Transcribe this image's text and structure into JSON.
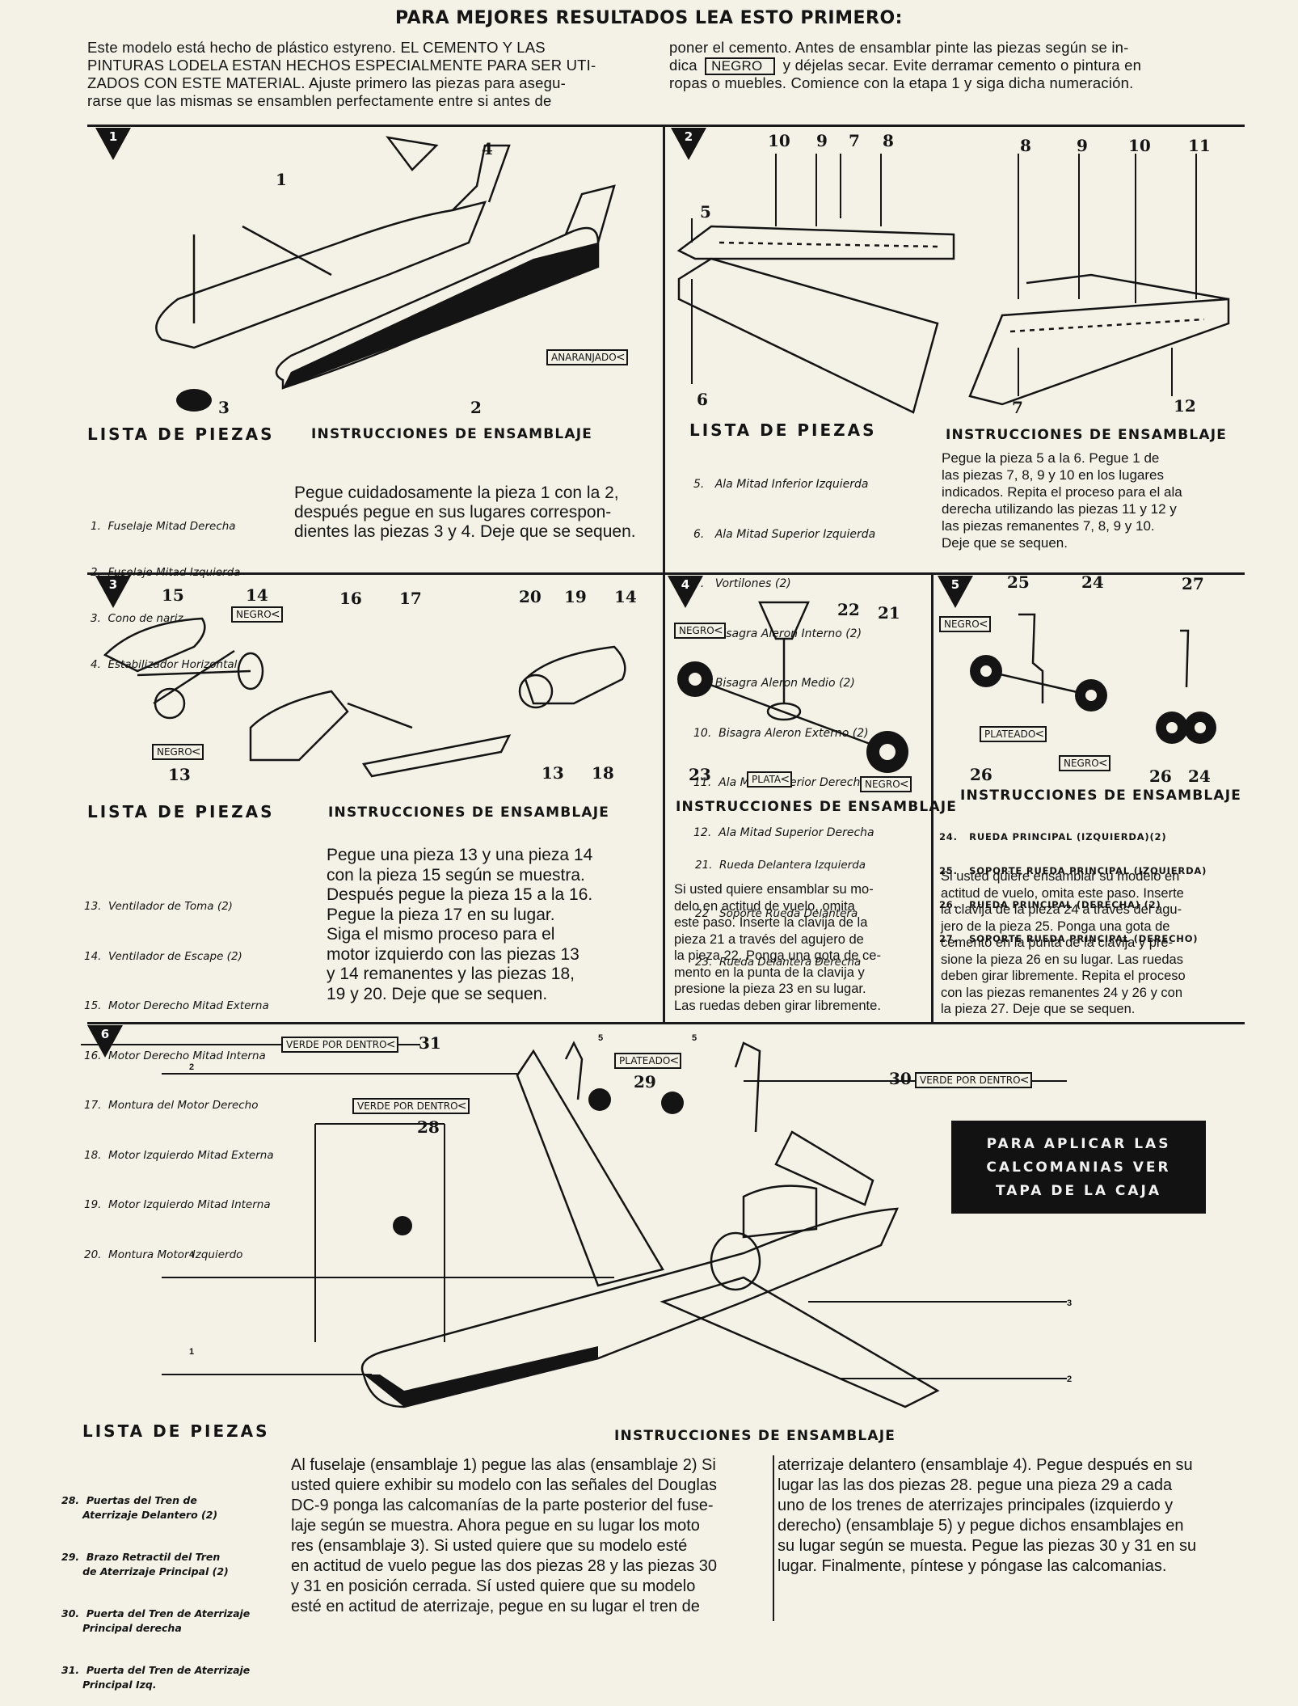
{
  "header": {
    "title": "PARA MEJORES RESULTADOS LEA ESTO PRIMERO:",
    "intro_left": "Este modelo está hecho de plástico estyreno. EL CEMENTO Y LAS\nPINTURAS LODELA ESTAN HECHOS ESPECIALMENTE PARA SER UTI-\nZADOS CON ESTE MATERIAL. Ajuste primero las piezas para asegu-\nrarse que las mismas se ensamblen perfectamente entre si antes de",
    "intro_right_1": "poner el cemento. Antes de ensamblar pinte las piezas según se in-",
    "intro_right_2a": "dica",
    "intro_right_2_box": "NEGRO",
    "intro_right_2b": "y déjelas secar. Evite derramar cemento o pintura en",
    "intro_right_3": "ropas o muebles. Comience con la etapa 1 y siga dicha numeración."
  },
  "common": {
    "parts_heading": "LISTA DE PIEZAS",
    "instr_heading": "INSTRUCCIONES DE ENSAMBLAJE"
  },
  "step1": {
    "number": "1",
    "callouts": [
      "1",
      "2",
      "3",
      "4"
    ],
    "color_label": "ANARANJADO",
    "parts": [
      "1.  Fuselaje Mitad Derecha",
      "2.  Fuselaje Mitad Izquierda",
      "3.  Cono de nariz",
      "4.  Estabilizador Horizontal"
    ],
    "instructions": "Pegue cuidadosamente la pieza 1 con la 2,\ndespués pegue en sus lugares correspon-\ndientes las piezas 3 y 4. Deje que se sequen."
  },
  "step2": {
    "number": "2",
    "callouts_left": [
      "10",
      "9",
      "7",
      "8",
      "5",
      "6"
    ],
    "callouts_right": [
      "8",
      "9",
      "10",
      "11",
      "7",
      "12"
    ],
    "parts": [
      "5.   Ala Mitad Inferior Izquierda",
      "6.   Ala Mitad Superior Izquierda",
      "7.   Vortilones (2)",
      "8.   Bisagra Aleron Interno (2)",
      "9.   Bisagra Aleron Medio (2)",
      "10.  Bisagra Aleron Externo (2)",
      "11.  Ala Mitad Inferior Derecha",
      "12.  Ala Mitad Superior Derecha"
    ],
    "instructions": "Pegue la pieza 5 a la 6.  Pegue 1 de\nlas piezas 7, 8, 9 y 10 en los lugares\nindicados. Repita el proceso para el ala\nderecha utilizando las piezas 11 y 12 y\nlas piezas remanentes   7, 8, 9 y 10.\nDeje que se sequen."
  },
  "step3": {
    "number": "3",
    "callouts": [
      "15",
      "14",
      "16",
      "17",
      "20",
      "19",
      "14",
      "13",
      "13",
      "18"
    ],
    "color_labels": [
      "NEGRO",
      "NEGRO"
    ],
    "parts": [
      "13.  Ventilador de Toma (2)",
      "14.  Ventilador de Escape (2)",
      "15.  Motor Derecho Mitad Externa",
      "16.  Motor Derecho Mitad Interna",
      "17.  Montura del Motor Derecho",
      "18.  Motor Izquierdo Mitad Externa",
      "19.  Motor Izquierdo Mitad Interna",
      "20.  Montura Motor Izquierdo"
    ],
    "instructions": "Pegue una pieza 13 y una pieza 14\ncon la pieza 15 según se muestra.\nDespués pegue la pieza 15 a la 16.\nPegue la pieza 17 en su lugar.\nSiga el mismo proceso para el\nmotor izquierdo con las piezas 13\ny 14 remanentes y las piezas 18,\n19 y 20. Deje que se sequen."
  },
  "step4": {
    "number": "4",
    "callouts": [
      "22",
      "21",
      "23"
    ],
    "color_labels": [
      "NEGRO",
      "PLATA",
      "NEGRO"
    ],
    "parts": [
      "21.  Rueda Delantera Izquierda",
      "22   Soporte Rueda Delantera",
      "23.  Rueda Delantera Derecha"
    ],
    "instructions": "Si usted quiere ensamblar su mo-\ndelo en actitud de vuelo, omita\neste paso. Inserte la clavija de la\npieza 21 a través del agujero de\nla pieza 22. Ponga una gota de ce-\nmento en la punta de la clavija y\npresione la pieza 23 en su lugar.\nLas ruedas deben girar libremente."
  },
  "step5": {
    "number": "5",
    "callouts": [
      "25",
      "24",
      "27",
      "26",
      "26",
      "24"
    ],
    "color_labels": [
      "NEGRO",
      "PLATEADO",
      "NEGRO"
    ],
    "parts": [
      "24.   RUEDA PRINCIPAL (IZQUIERDA)(2)",
      "25.   SOPORTE RUEDA PRINCIPAL (IZQUIERDA)",
      "26.   RUEDA PRINCIPAL (DERECHA) (2)",
      "27.   SOPORTE RUEDA PRINCIPAL (DERECHO)"
    ],
    "instructions": "Si usted quiere ensamblar su modelo en\nactitud de vuelo, omita este paso. Inserte\nla clavija de la pieza 24 a través del agu-\njero de la pieza 25. Ponga una gota de\ncemento en la punta de la clavija y pre-\nsione la pieza 26 en su lugar. Las ruedas\ndeben girar libremente. Repita el proceso\ncon las piezas remanentes 24 y 26 y con\nla pieza 27. Deje que se sequen."
  },
  "step6": {
    "number": "6",
    "callouts": [
      "31",
      "30",
      "28",
      "29"
    ],
    "small_markers": [
      "2",
      "5",
      "5",
      "4",
      "1",
      "3",
      "2"
    ],
    "color_labels": [
      "VERDE POR DENTRO",
      "VERDE POR DENTRO",
      "VERDE POR DENTRO",
      "PLATEADO"
    ],
    "decal_note": "PARA APLICAR LAS\nCALCOMANIAS  VER\nTAPA DE LA CAJA",
    "parts": [
      "28.  Puertas del Tren de\n      Aterrizaje Delantero (2)",
      "29.  Brazo Retractil del Tren\n      de Aterrizaje Principal (2)",
      "30.  Puerta del Tren de Aterrizaje\n      Principal derecha",
      "31.  Puerta del Tren de Aterrizaje\n      Principal Izq."
    ],
    "instructions_left": "Al fuselaje (ensamblaje 1) pegue las alas (ensamblaje 2) Si\nusted quiere exhibir su modelo con las señales del Douglas\nDC-9 ponga las calcomanías de la parte posterior del fuse-\nlaje según se muestra. Ahora pegue en su lugar los moto\nres (ensamblaje 3). Si usted quiere que su modelo esté\nen actitud de vuelo pegue las dos piezas 28 y las piezas 30\ny 31 en posición cerrada. Sí usted quiere que su modelo\nesté en actitud de aterrizaje, pegue en su lugar el tren de",
    "instructions_right": "aterrizaje delantero (ensamblaje 4). Pegue después en su\nlugar las las dos piezas 28. pegue una pieza 29 a cada\nuno de los trenes de aterrizajes principales (izquierdo y\nderecho) (ensamblaje 5) y pegue dichos ensamblajes en\nsu lugar según se muesta. Pegue las piezas 30 y 31 en su\nlugar. Finalmente, píntese y póngase las calcomanias."
  }
}
